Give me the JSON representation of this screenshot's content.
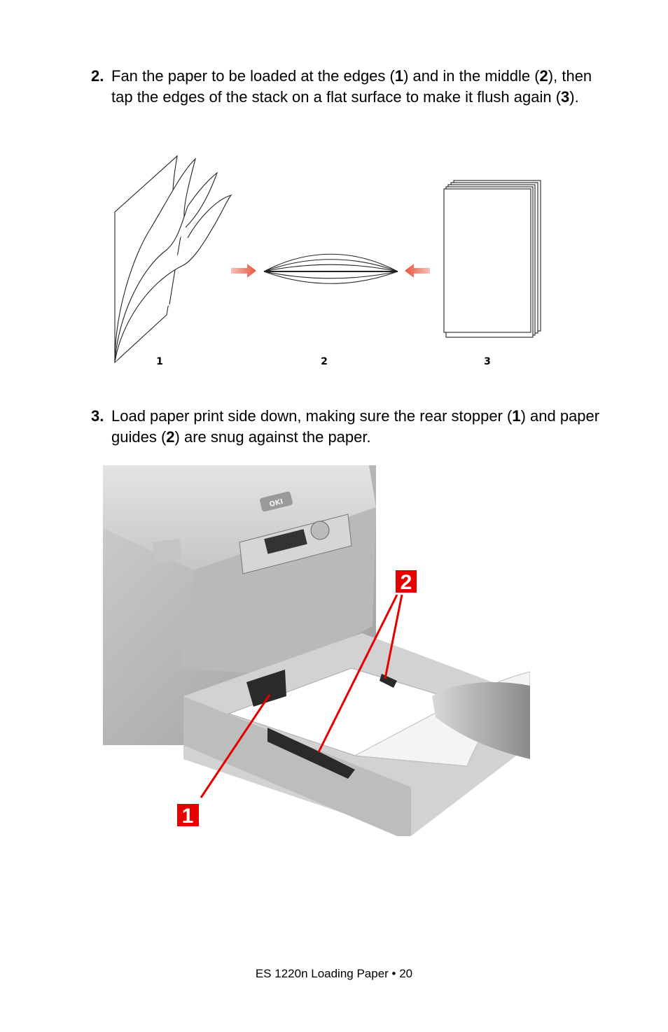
{
  "steps": [
    {
      "number": "2.",
      "parts": [
        "Fan the paper to be loaded at the edges (",
        "1",
        ") and in the middle (",
        "2",
        "), then tap the edges of the stack on a flat surface to make it flush again (",
        "3",
        ")."
      ]
    },
    {
      "number": "3.",
      "parts": [
        "Load paper print side down, making sure the rear stopper (",
        "1",
        ") and paper guides (",
        "2",
        ") are snug against the paper."
      ]
    }
  ],
  "figure1": {
    "labels": [
      "1",
      "2",
      "3"
    ],
    "arrow_color": "#e8543f"
  },
  "figure2": {
    "callouts": [
      "1",
      "2"
    ],
    "callout_color": "#e50000",
    "printer_brand": "OKI"
  },
  "footer": "ES 1220n Loading Paper  • 20"
}
